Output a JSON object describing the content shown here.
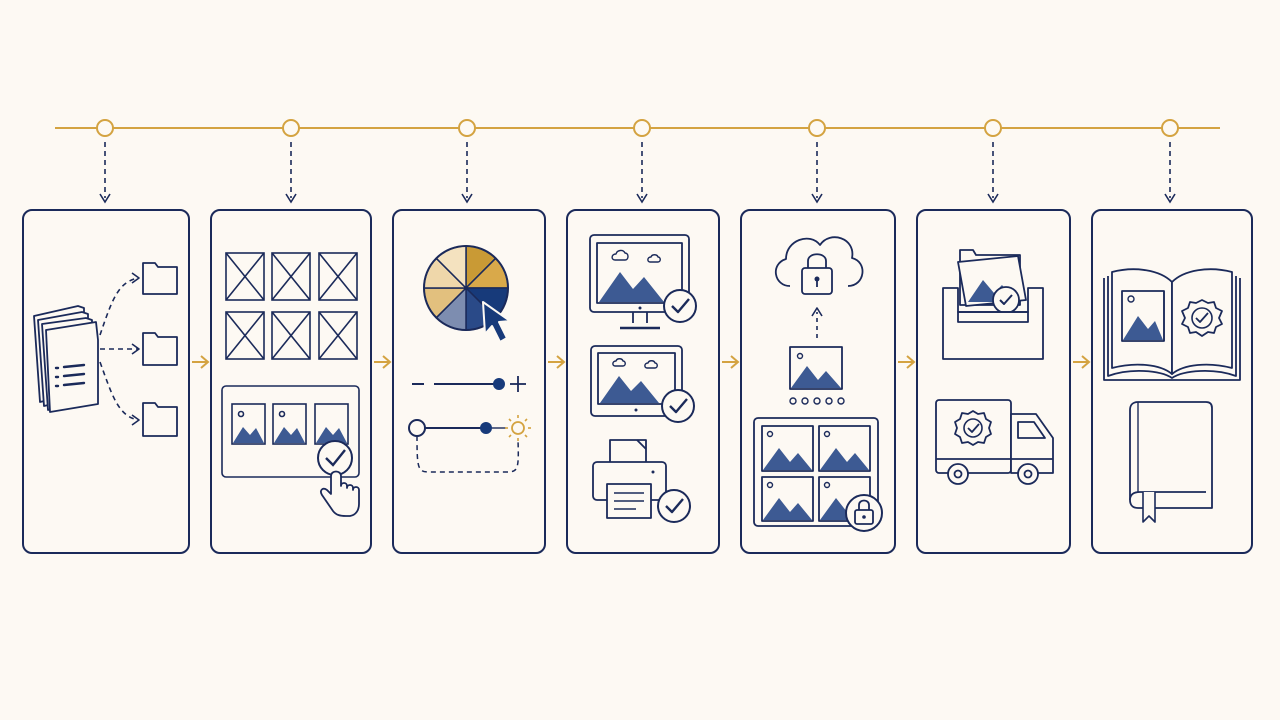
{
  "colors": {
    "background": "#fdf9f3",
    "navy": "#1b2a5a",
    "navy_fill": "#3d5a93",
    "navy_dark": "#173a7a",
    "gold": "#d4a341",
    "gold_light": "#e3c488",
    "gold_pale": "#f2dfb8",
    "panel_fill": "#fdf9f3"
  },
  "timeline": {
    "milestone_count": 7
  },
  "stages": [
    {
      "id": "sort-files",
      "icons": [
        "file-stack-icon",
        "folder-icon",
        "folder-icon",
        "folder-icon"
      ]
    },
    {
      "id": "select-photos",
      "icons": [
        "placeholder-grid-icon",
        "photo-strip-icon",
        "check-circle-icon",
        "hand-pointer-icon"
      ]
    },
    {
      "id": "color-edit",
      "icons": [
        "color-wheel-icon",
        "cursor-icon",
        "zoom-slider-icon",
        "brightness-slider-icon"
      ]
    },
    {
      "id": "proof-output",
      "icons": [
        "monitor-icon",
        "laptop-icon",
        "printer-icon",
        "check-circle-icon"
      ]
    },
    {
      "id": "secure-cloud",
      "icons": [
        "cloud-lock-icon",
        "photo-icon",
        "gallery-icon",
        "lock-icon"
      ]
    },
    {
      "id": "package-deliver",
      "icons": [
        "box-icon",
        "delivery-truck-icon",
        "badge-icon"
      ]
    },
    {
      "id": "photo-book",
      "icons": [
        "open-book-icon",
        "closed-book-icon",
        "badge-icon"
      ]
    }
  ]
}
